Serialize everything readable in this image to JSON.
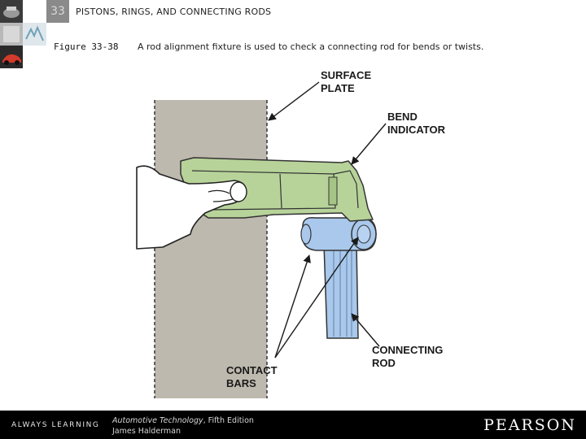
{
  "header": {
    "chapter_number": "33",
    "chapter_title": "PISTONS, RINGS, AND CONNECTING RODS"
  },
  "figure": {
    "number": "Figure 33-38",
    "caption": "A rod alignment fixture is used to check a connecting rod for bends or twists."
  },
  "labels": {
    "surface_plate": "SURFACE\nPLATE",
    "bend_indicator": "BEND\nINDICATOR",
    "connecting_rod": "CONNECTING\nROD",
    "contact_bars": "CONTACT\nBARS"
  },
  "footer": {
    "tagline": "ALWAYS LEARNING",
    "book_title": "Automotive Technology",
    "edition": ", Fifth Edition",
    "author": "James Halderman",
    "publisher": "PEARSON"
  },
  "colors": {
    "surface_plate": "#bdb9ae",
    "fixture_green": "#b7d39a",
    "rod_blue": "#a9c8ec",
    "hand": "#ffffff",
    "footer_bg": "#000000"
  }
}
